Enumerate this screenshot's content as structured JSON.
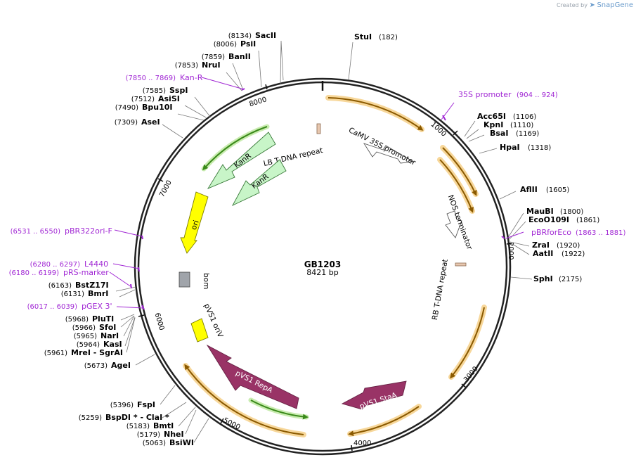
{
  "credit": {
    "prefix": "Created by",
    "brand": "SnapGene"
  },
  "plasmid": {
    "name": "GB1203",
    "length_label": "8421 bp",
    "length": 8421
  },
  "ticks": [
    "1000",
    "2000",
    "3000",
    "4000",
    "5000",
    "6000",
    "7000",
    "8000"
  ],
  "enzymes": [
    {
      "name": "StuI",
      "pos": "(182)"
    },
    {
      "name": "Acc65I",
      "pos": "(1106)"
    },
    {
      "name": "KpnI",
      "pos": "(1110)"
    },
    {
      "name": "BsaI",
      "pos": "(1169)"
    },
    {
      "name": "HpaI",
      "pos": "(1318)"
    },
    {
      "name": "AflII",
      "pos": "(1605)"
    },
    {
      "name": "MauBI",
      "pos": "(1800)"
    },
    {
      "name": "EcoO109I",
      "pos": "(1861)"
    },
    {
      "name": "ZraI",
      "pos": "(1920)"
    },
    {
      "name": "AatII",
      "pos": "(1922)"
    },
    {
      "name": "SphI",
      "pos": "(2175)"
    },
    {
      "name": "SacII",
      "pos": "(8134)"
    },
    {
      "name": "PsiI",
      "pos": "(8006)"
    },
    {
      "name": "BanII",
      "pos": "(7859)"
    },
    {
      "name": "NruI",
      "pos": "(7853)"
    },
    {
      "name": "SspI",
      "pos": "(7585)"
    },
    {
      "name": "AsiSI",
      "pos": "(7512)"
    },
    {
      "name": "Bpu10I",
      "pos": "(7490)"
    },
    {
      "name": "AseI",
      "pos": "(7309)"
    },
    {
      "name": "BstZ17I",
      "pos": "(6163)"
    },
    {
      "name": "BmrI",
      "pos": "(6131)"
    },
    {
      "name": "PluTI",
      "pos": "(5968)"
    },
    {
      "name": "SfoI",
      "pos": "(5966)"
    },
    {
      "name": "NarI",
      "pos": "(5965)"
    },
    {
      "name": "KasI",
      "pos": "(5964)"
    },
    {
      "name": "MreI  - SgrAI",
      "pos": "(5961)"
    },
    {
      "name": "AgeI",
      "pos": "(5673)"
    },
    {
      "name": "FspI",
      "pos": "(5396)"
    },
    {
      "name": "BspDI *  - ClaI *",
      "pos": "(5259)"
    },
    {
      "name": "BmtI",
      "pos": "(5183)"
    },
    {
      "name": "NheI",
      "pos": "(5179)"
    },
    {
      "name": "BsiWI",
      "pos": "(5063)"
    }
  ],
  "primers": [
    {
      "name": "35S promoter",
      "pos": "(904 .. 924)"
    },
    {
      "name": "pBRforEco",
      "pos": "(1863 .. 1881)"
    },
    {
      "name": "Kan-R",
      "pos": "(7850 .. 7869)"
    },
    {
      "name": "pBR322ori-F",
      "pos": "(6531 .. 6550)"
    },
    {
      "name": "L4440",
      "pos": "(6280 .. 6297)"
    },
    {
      "name": "pRS-marker",
      "pos": "(6180 .. 6199)"
    },
    {
      "name": "pGEX 3'",
      "pos": "(6017 .. 6039)"
    }
  ],
  "features": [
    {
      "name": "LB T-DNA repeat",
      "color": "#e8c8b0"
    },
    {
      "name": "CaMV 35S promoter",
      "color": "#ffffff"
    },
    {
      "name": "NOS terminator",
      "color": "#ffffff"
    },
    {
      "name": "RB T-DNA repeat",
      "color": "#e8c8b0"
    },
    {
      "name": "KanR",
      "color": "#c8f5c8"
    },
    {
      "name": "KanR",
      "color": "#c8f5c8"
    },
    {
      "name": "ori",
      "color": "#ffff00"
    },
    {
      "name": "bom",
      "color": "#a0a4aa"
    },
    {
      "name": "pVS1 oriV",
      "color": "#ffff00"
    },
    {
      "name": "pVS1 RepA",
      "color": "#993366"
    },
    {
      "name": "pVS1 StaA",
      "color": "#993366"
    }
  ],
  "colors": {
    "primer": "#a128d4",
    "orf_arrow": "#8b5a00",
    "orf_glow": "#f7d79a",
    "green_arrow": "#3a8a1a",
    "green_glow": "#c9ecb0",
    "backbone": "#222222"
  }
}
